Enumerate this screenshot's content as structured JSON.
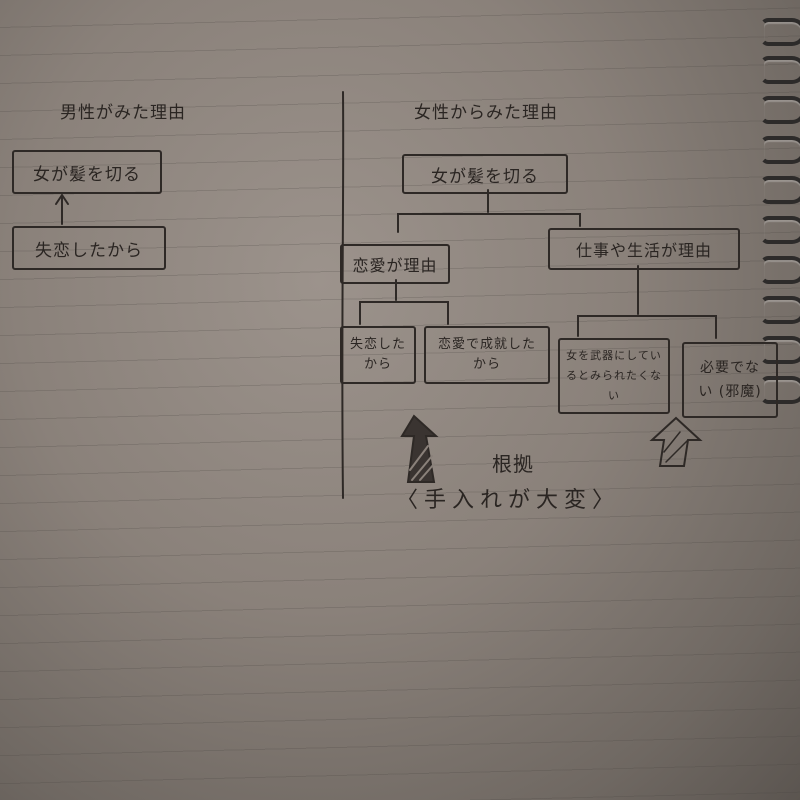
{
  "left": {
    "heading": "男性がみた理由",
    "top_node": "女が髪を切る",
    "cause_node": "失恋したから"
  },
  "right": {
    "heading": "女性からみた理由",
    "top_node": "女が髪を切る",
    "branch_love": "恋愛が理由",
    "branch_work": "仕事や生活が理由",
    "leaf_heartbreak": "失恋したから",
    "leaf_success": "恋愛で成就したから",
    "leaf_weapon": "女を武器にしているとみられたくない",
    "leaf_unneeded": "必要でない (邪魔)"
  },
  "footer": {
    "root_label": "根拠",
    "reason": "〈手入れが大変〉"
  }
}
